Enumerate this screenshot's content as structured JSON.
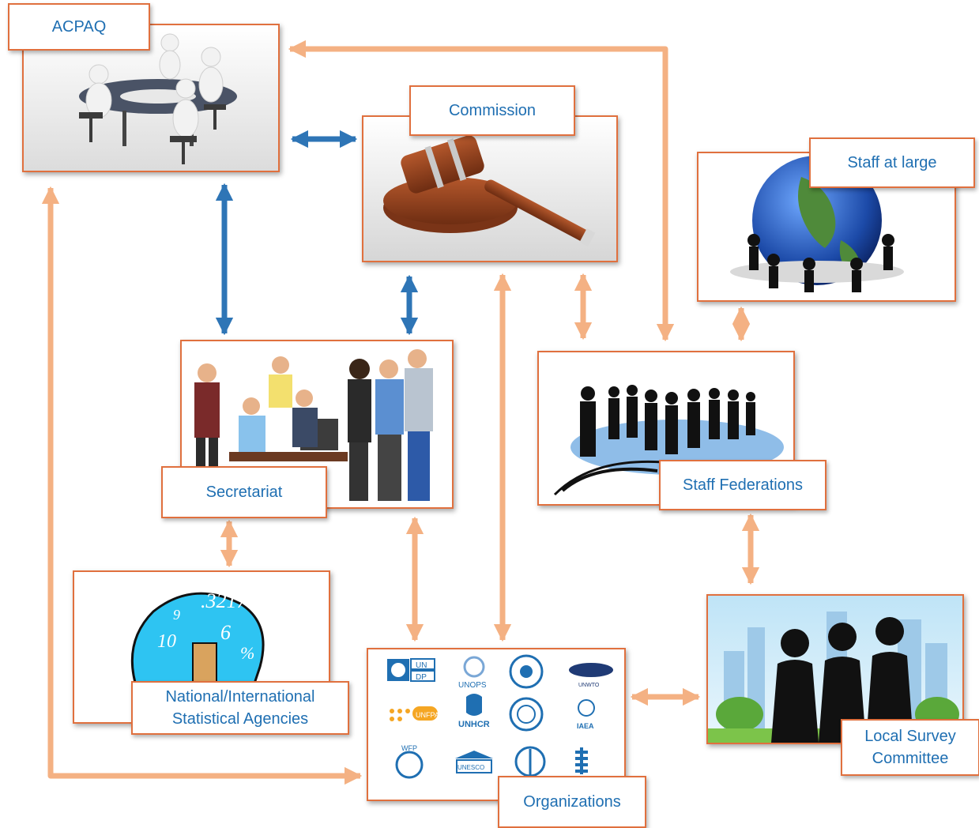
{
  "colors": {
    "border": "#e0703e",
    "label_text": "#1f6fb2",
    "arrow_blue": "#2e75b6",
    "arrow_orange": "#f4b183"
  },
  "nodes": {
    "acpaq": {
      "label": "ACPAQ",
      "image": "meeting-table-figures"
    },
    "commission": {
      "label": "Commission",
      "image": "gavel"
    },
    "staff_at_large": {
      "label": "Staff at large",
      "image": "globe-with-people"
    },
    "secretariat": {
      "label": "Secretariat",
      "image": "office-team"
    },
    "staff_federations": {
      "label": "Staff Federations",
      "image": "silhouette-crowd-on-map"
    },
    "statistical_agencies": {
      "label": "National/International\nStatistical Agencies",
      "image": "head-with-numbers"
    },
    "organizations": {
      "label": "Organizations",
      "image": "un-agency-logos",
      "logos": [
        "UN DP",
        "UNOPS",
        "UNICEF",
        "UNWTO",
        "UNFPA",
        "UNHCR",
        "FAO",
        "IAEA",
        "WFP",
        "UNESCO",
        "WHO",
        "UNRWA"
      ],
      "logo_text": {
        "undp_un": "UN",
        "undp_dp": "DP",
        "unops": "UNOPS",
        "unwto": "UNWTO",
        "unfpa": "UNFPA",
        "unhcr": "UNHCR",
        "iaea": "IAEA",
        "wfp": "WFP",
        "unesco": "UNESCO"
      }
    },
    "local_survey_committee": {
      "label": "Local Survey\nCommittee",
      "image": "silhouettes-city-skyline"
    }
  },
  "connections": [
    {
      "from": "acpaq",
      "to": "commission",
      "direction": "both",
      "color": "blue"
    },
    {
      "from": "acpaq",
      "to": "secretariat",
      "direction": "both",
      "color": "blue"
    },
    {
      "from": "commission",
      "to": "secretariat",
      "direction": "both",
      "color": "blue"
    },
    {
      "from": "staff_federations",
      "to": "acpaq",
      "direction": "both",
      "color": "orange"
    },
    {
      "from": "acpaq",
      "to": "organizations",
      "direction": "both",
      "color": "orange"
    },
    {
      "from": "commission",
      "to": "organizations",
      "direction": "both",
      "color": "orange"
    },
    {
      "from": "commission",
      "to": "staff_federations",
      "direction": "both",
      "color": "orange"
    },
    {
      "from": "staff_at_large",
      "to": "staff_federations",
      "direction": "both",
      "color": "orange"
    },
    {
      "from": "secretariat",
      "to": "statistical_agencies",
      "direction": "both",
      "color": "orange"
    },
    {
      "from": "secretariat",
      "to": "organizations",
      "direction": "both",
      "color": "orange"
    },
    {
      "from": "staff_federations",
      "to": "local_survey_committee",
      "direction": "both",
      "color": "orange"
    },
    {
      "from": "organizations",
      "to": "local_survey_committee",
      "direction": "both",
      "color": "orange"
    }
  ]
}
